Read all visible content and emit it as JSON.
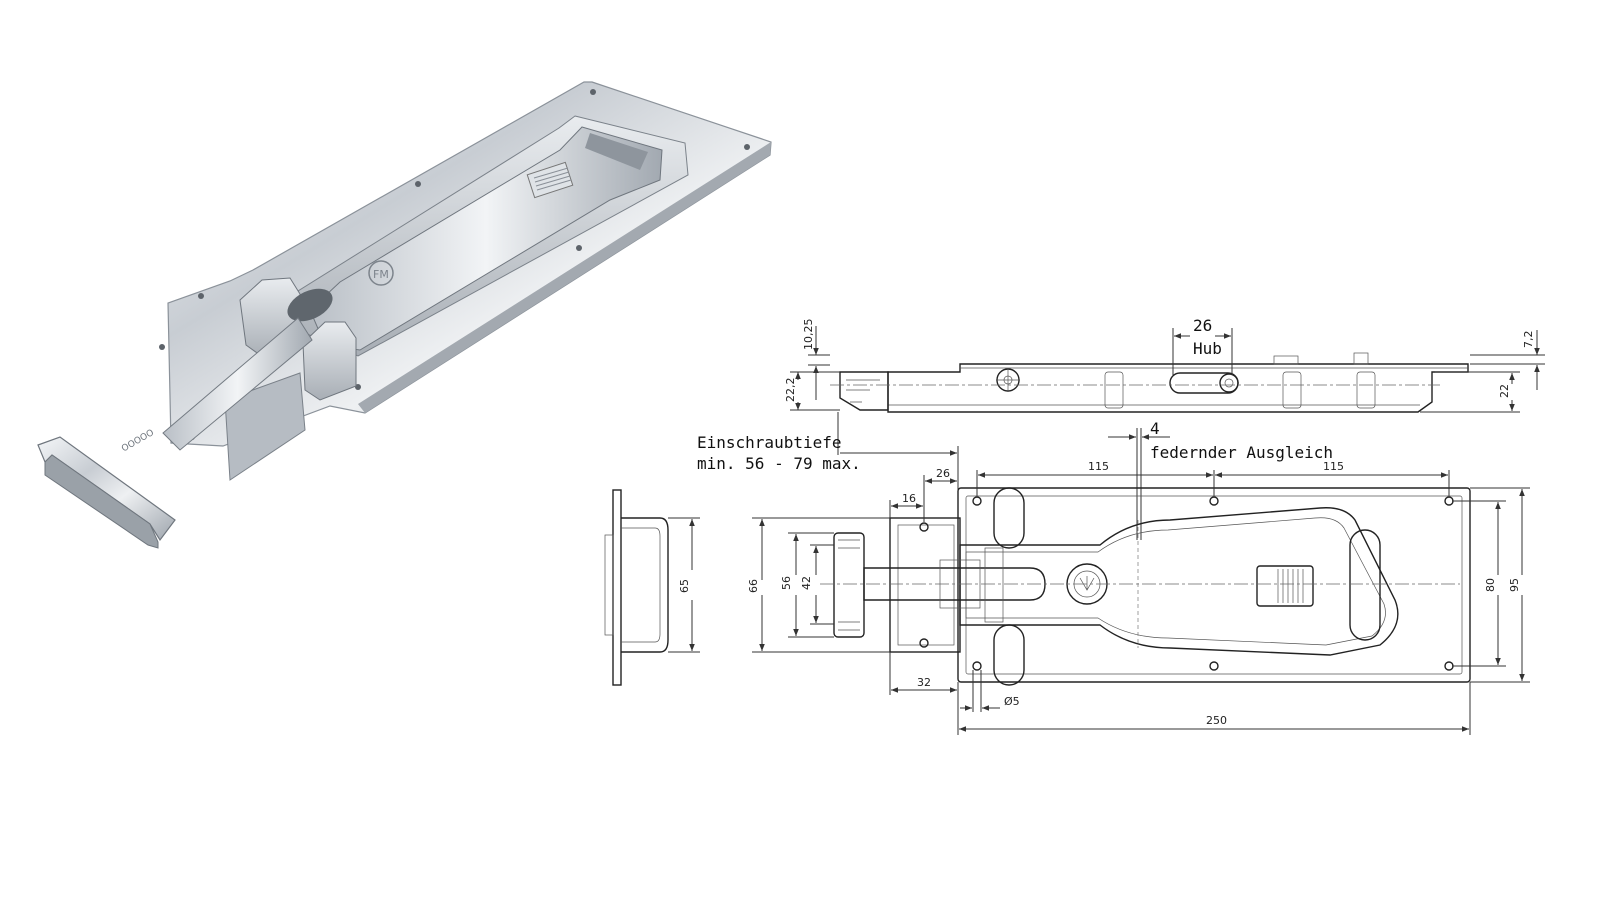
{
  "product_photo": {
    "description_icon": "latch-photo",
    "logo_text": "FM"
  },
  "side_view": {
    "dim_top_left": "10,25",
    "dim_left": "22,2",
    "dim_stroke": "26",
    "dim_stroke_label": "Hub",
    "dim_top_right": "7,2",
    "dim_right": "22"
  },
  "annotations": {
    "screw_depth_line1": "Einschraubtiefe",
    "screw_depth_line2": "min. 56 - 79 max.",
    "spring_value": "4",
    "spring_label": "federnder Ausgleich"
  },
  "end_view": {
    "dim_height": "65"
  },
  "top_view": {
    "dim_26": "26",
    "dim_16": "16",
    "dim_115_left": "115",
    "dim_115_right": "115",
    "dim_66": "66",
    "dim_56": "56",
    "dim_42": "42",
    "dim_80": "80",
    "dim_95": "95",
    "dim_32": "32",
    "dim_hole": "Ø5",
    "dim_250": "250"
  }
}
